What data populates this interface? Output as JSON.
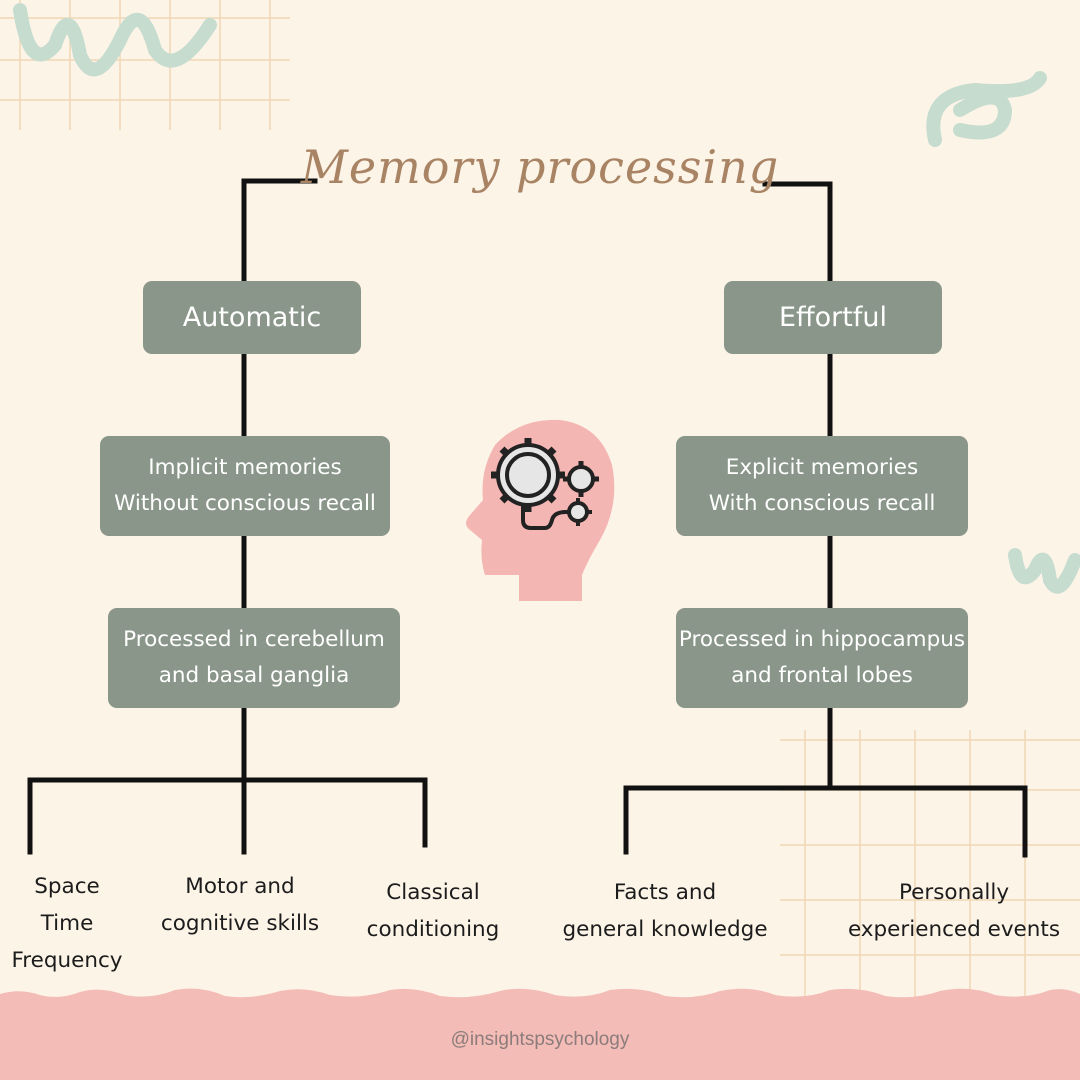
{
  "title": "Memory processing",
  "colors": {
    "background": "#fdf4e8",
    "box": "#8a968a",
    "title": "#a88464",
    "footer": "#f4bcb6",
    "head": "#f4b6b3",
    "line": "#111111"
  },
  "branches": {
    "automatic": {
      "label": "Automatic",
      "memory_type": [
        "Implicit memories",
        "Without conscious recall"
      ],
      "region": [
        "Processed in cerebellum",
        "and basal ganglia"
      ],
      "leaves": [
        {
          "lines": [
            "Space",
            "Time",
            "Frequency"
          ]
        },
        {
          "lines": [
            "Motor and",
            "cognitive skills"
          ]
        },
        {
          "lines": [
            "Classical",
            "conditioning"
          ]
        }
      ]
    },
    "effortful": {
      "label": "Effortful",
      "memory_type": [
        "Explicit memories",
        "With conscious recall"
      ],
      "region": [
        "Processed in hippocampus",
        "and frontal lobes"
      ],
      "leaves": [
        {
          "lines": [
            "Facts and",
            "general knowledge"
          ]
        },
        {
          "lines": [
            "Personally",
            "experienced events"
          ]
        }
      ]
    }
  },
  "center_icon": "head-with-gears-icon",
  "footer": {
    "handle": "@insightspsychology"
  }
}
